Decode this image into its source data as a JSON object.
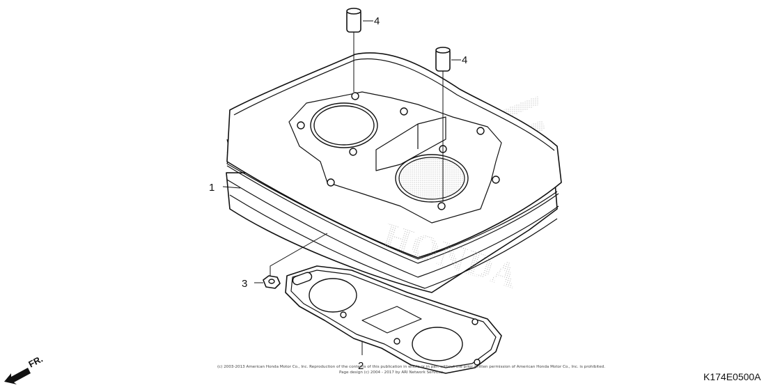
{
  "callouts": [
    {
      "id": "cylinder",
      "label": "1"
    },
    {
      "id": "gasket",
      "label": "2"
    },
    {
      "id": "nut",
      "label": "3"
    },
    {
      "id": "dowel-a",
      "label": "4"
    },
    {
      "id": "dowel-b",
      "label": "4"
    }
  ],
  "copyright": {
    "line1": "(c) 2003-2013 American Honda Motor Co., Inc. Reproduction of the contents of this publication in whole or in part without the prior written permission of American Honda Motor Co., Inc. is prohibited.",
    "line2": "Page design (c) 2004 - 2017 by ARI Network Services"
  },
  "diagram_code": "K174E0500A",
  "direction_label": "FR.",
  "watermark": {
    "text": "HONDA",
    "color": "#9a9a9a"
  },
  "colors": {
    "ink": "#111111",
    "paper": "#ffffff"
  }
}
